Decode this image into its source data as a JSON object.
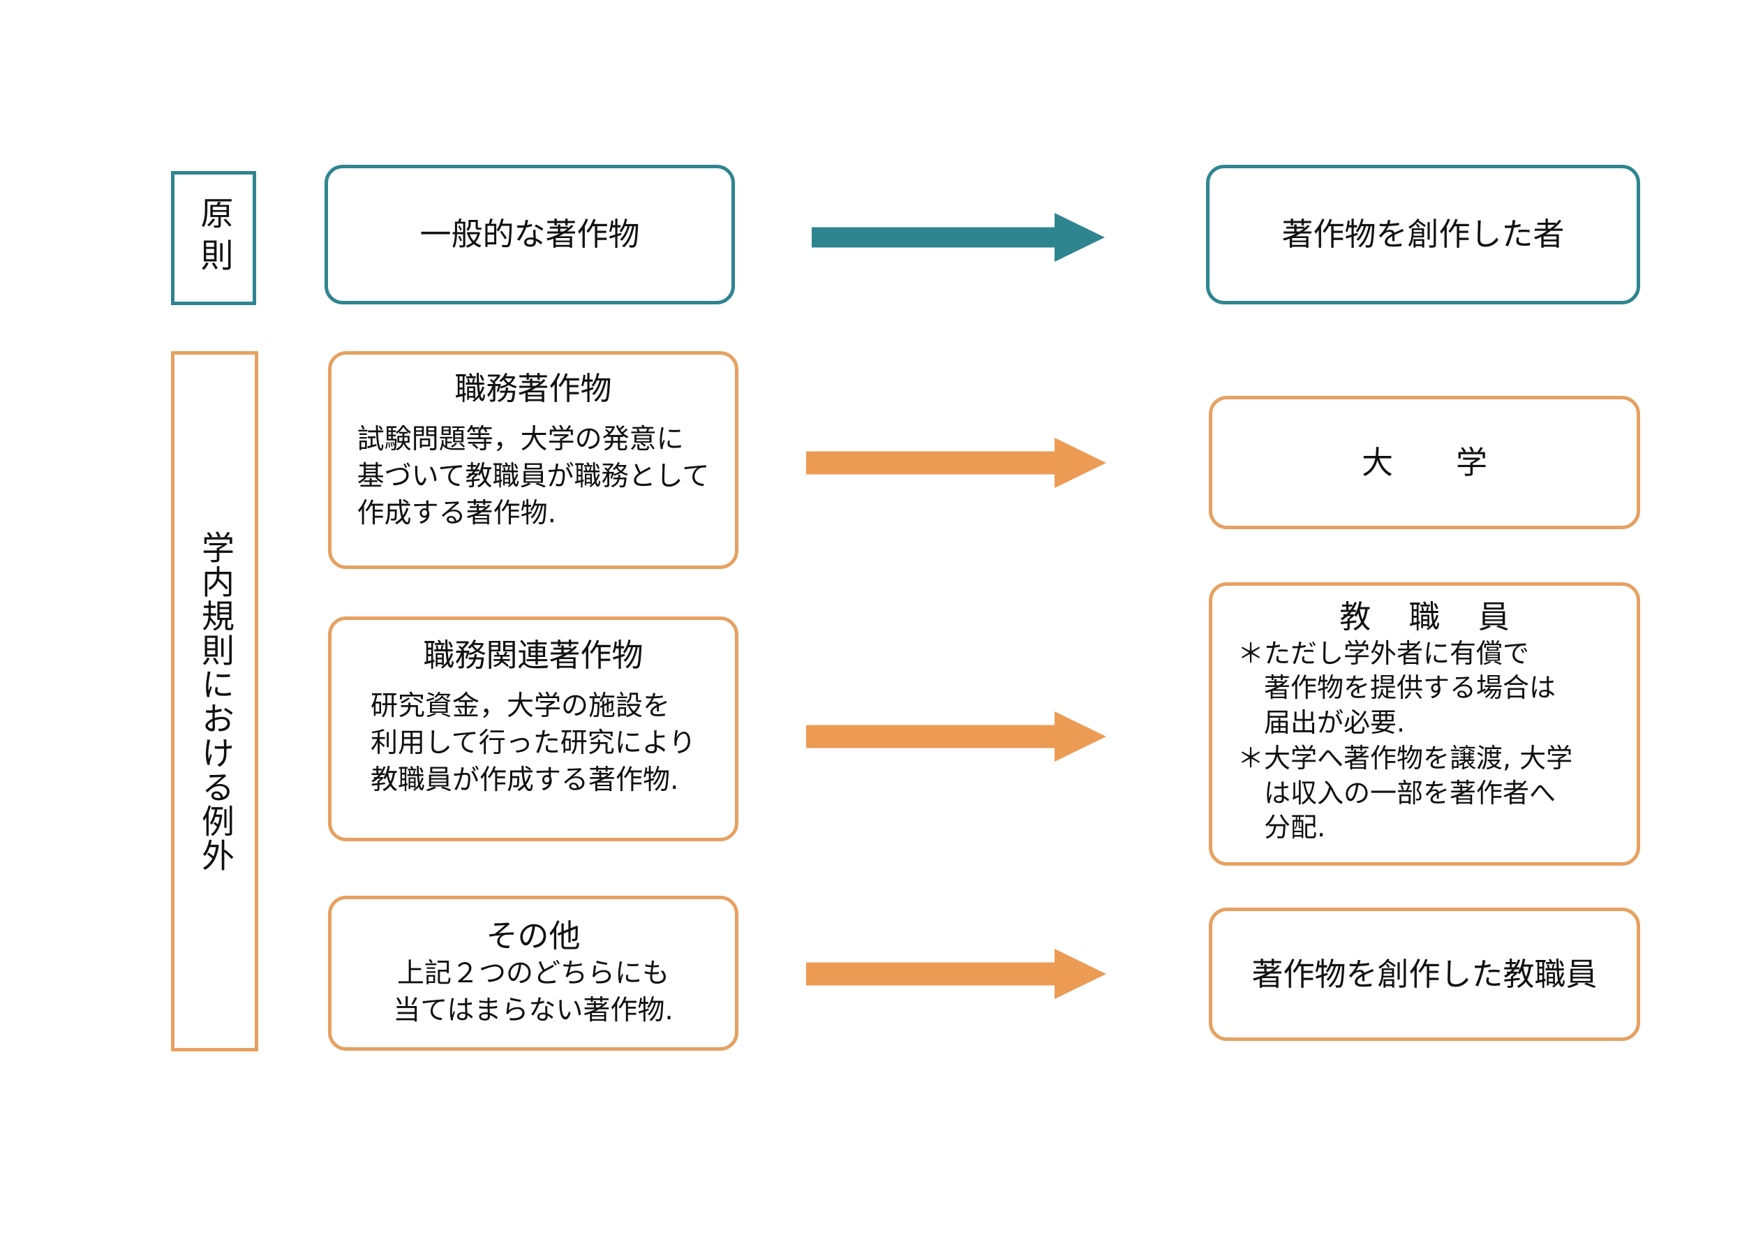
{
  "colors": {
    "teal": "#2E8590",
    "orange_border": "#E6A162",
    "orange_arrow": "#EC9B55",
    "text": "#111111",
    "background": "#FFFFFF"
  },
  "diagram": {
    "rows": [
      {
        "category_label": "原則",
        "source_title": "一般的な著作物",
        "source_body": "",
        "arrow": "right-arrow-teal",
        "target_title": "著作物を創作した者",
        "target_notes": []
      },
      {
        "category_label": "学内規則における例外",
        "source_title": "職務著作物",
        "source_body": "試験問題等，大学の発意に\n基づいて教職員が職務として\n作成する著作物.",
        "arrow": "right-arrow-orange",
        "target_title": "大　　学",
        "target_notes": []
      },
      {
        "category_label": "",
        "source_title": "職務関連著作物",
        "source_body": "研究資金，大学の施設を\n利用して行った研究により\n教職員が作成する著作物.",
        "arrow": "right-arrow-orange",
        "target_title": "教 職 員",
        "target_notes": [
          {
            "marker": "＊",
            "text": "ただし学外者に有償で\n著作物を提供する場合は\n届出が必要."
          },
          {
            "marker": "＊",
            "text": "大学へ著作物を譲渡, 大学\nは収入の一部を著作者へ\n分配."
          }
        ]
      },
      {
        "category_label": "",
        "source_title": "その他",
        "source_body": "上記２つのどちらにも\n当てはまらない著作物.",
        "arrow": "right-arrow-orange",
        "target_title": "著作物を創作した教職員",
        "target_notes": []
      }
    ]
  }
}
